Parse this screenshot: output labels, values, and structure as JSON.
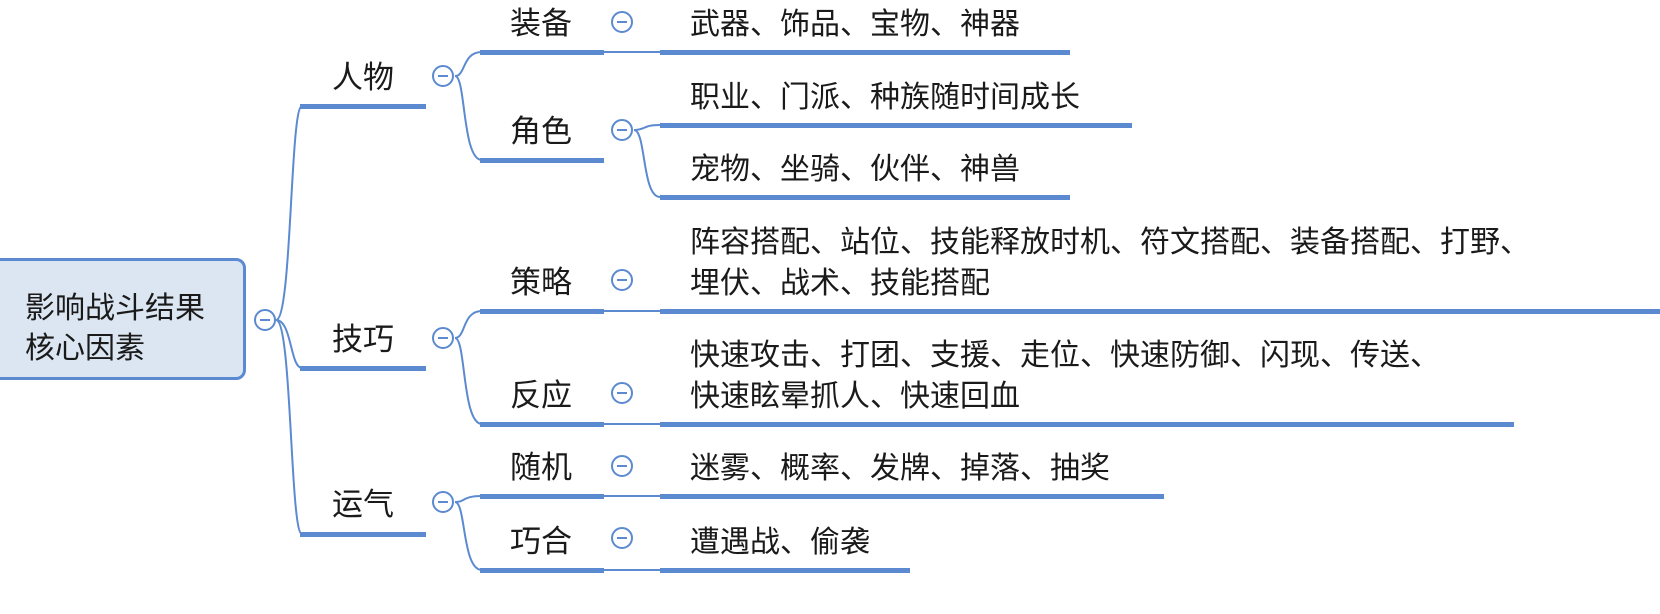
{
  "root": {
    "line1": "影响战斗结果",
    "line2": "核心因素"
  },
  "level1": {
    "renwu": "人物",
    "jiqiao": "技巧",
    "yunqi": "运气"
  },
  "level2": {
    "zhuangbei": "装备",
    "juese": "角色",
    "celue": "策略",
    "fanying": "反应",
    "suiji": "随机",
    "qiaohe": "巧合"
  },
  "leaves": {
    "zhuangbei": [
      "武器、饰品、宝物、神器"
    ],
    "juese_1": [
      "职业、门派、种族随时间成长"
    ],
    "juese_2": [
      "宠物、坐骑、伙伴、神兽"
    ],
    "celue": [
      "阵容搭配、站位、技能释放时机、符文搭配、装备搭配、打野、",
      "埋伏、战术、技能搭配"
    ],
    "fanying": [
      "快速攻击、打团、支援、走位、快速防御、闪现、传送、",
      "快速眩晕抓人、快速回血"
    ],
    "suiji": [
      "迷雾、概率、发牌、掉落、抽奖"
    ],
    "qiaohe": [
      "遭遇战、偷袭"
    ]
  },
  "colors": {
    "line": "#5b8ad0",
    "bar": "#5b8ad0",
    "root_fill": "#dce6f2"
  }
}
